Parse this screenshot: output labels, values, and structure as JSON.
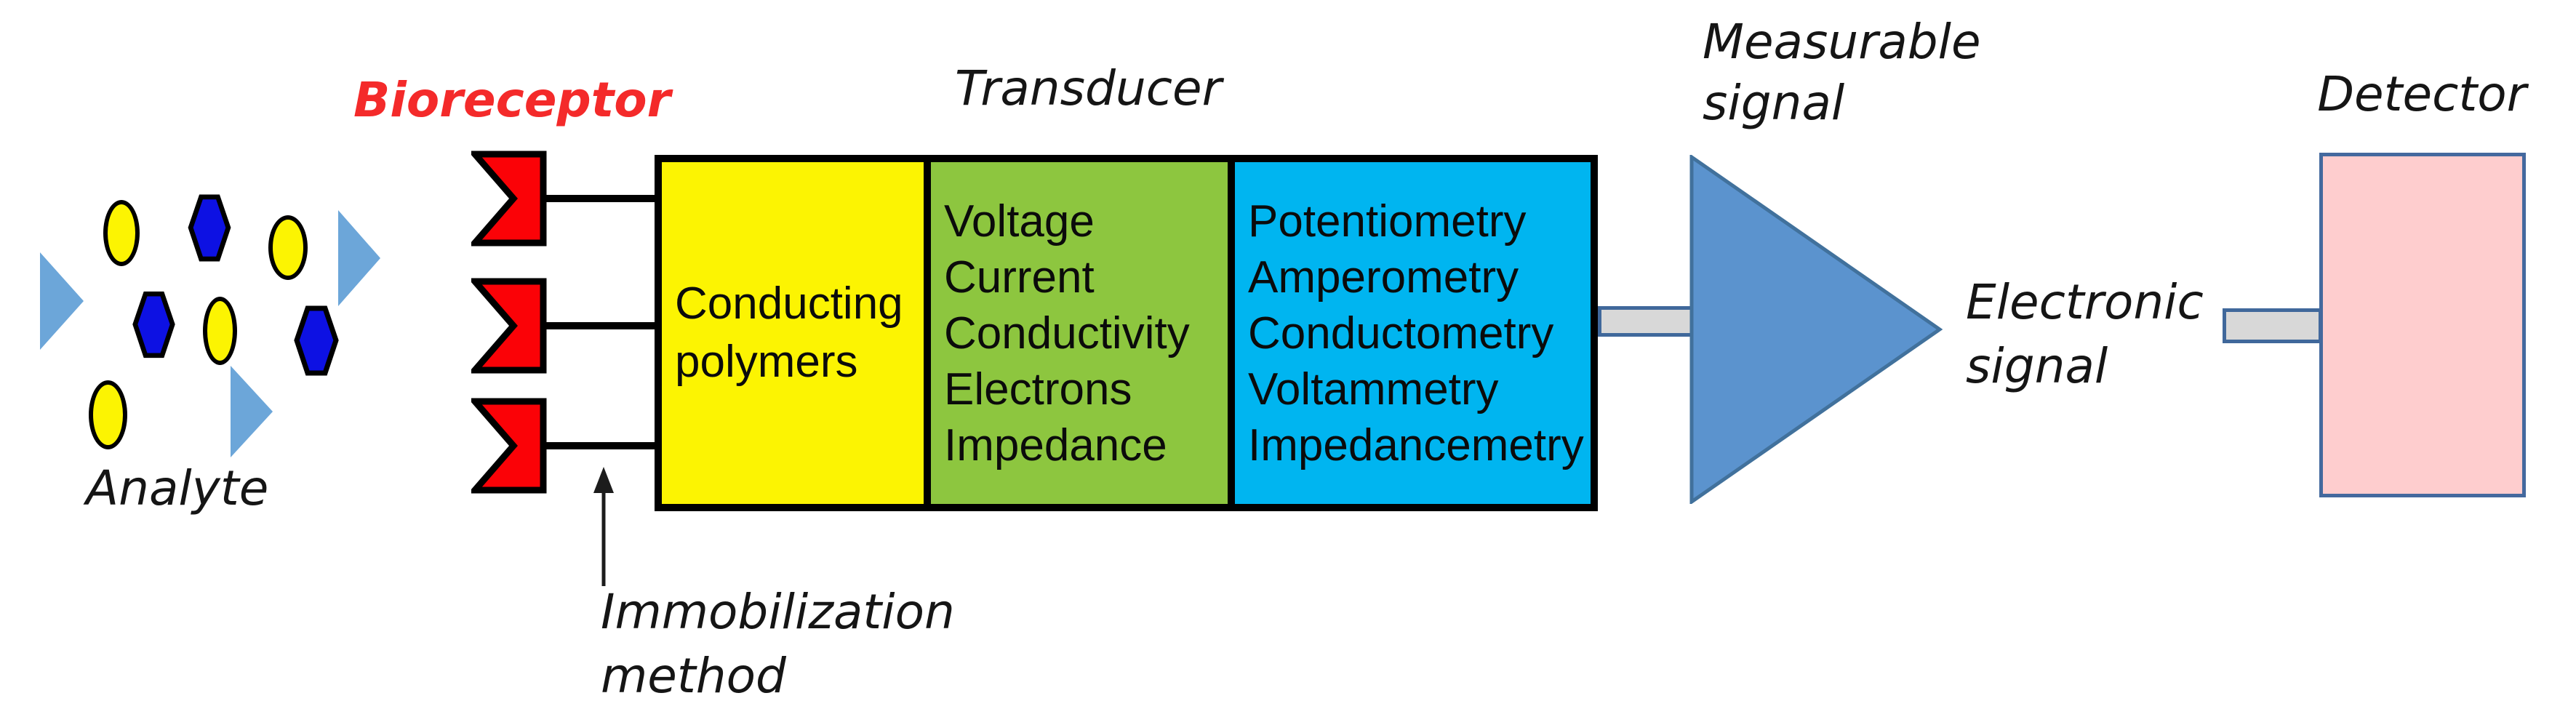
{
  "colors": {
    "label_text": "#151515",
    "bioreceptor_text": "#f42a2a",
    "outline_black": "#000000",
    "receptor_fill": "#fb0207",
    "analyte_yellow": "#fcf402",
    "analyte_hexagon_blue": "#0d11e3",
    "analyte_triangle_blue": "#6ca6d9",
    "yellow_box": "#fcf402",
    "green_box": "#8dc63f",
    "cyan_box": "#00b5f0",
    "big_triangle_fill": "#5b93ce",
    "big_triangle_border": "#41719c",
    "connector_fill": "#d8d8d8",
    "connector_border": "#40689b",
    "detector_fill": "#fecdce",
    "detector_border": "#44699e"
  },
  "analyte": {
    "label": "Analyte"
  },
  "bioreceptor": {
    "label": "Bioreceptor",
    "receptor_count": 3
  },
  "transducer": {
    "label": "Transducer",
    "conducting": {
      "lines": [
        "Conducting",
        "polymers"
      ]
    },
    "measures": {
      "lines": [
        "Voltage",
        "Current",
        "Conductivity",
        "Electrons",
        "Impedance"
      ]
    },
    "methods": {
      "lines": [
        "Potentiometry",
        "Amperometry",
        "Conductometry",
        "Voltammetry",
        "Impedancemetry"
      ]
    }
  },
  "immobilization": {
    "lines": [
      "Immobilization",
      "method"
    ]
  },
  "measurable_signal": {
    "lines": [
      "Measurable",
      "signal"
    ]
  },
  "electronic_signal": {
    "lines": [
      "Electronic",
      "signal"
    ]
  },
  "detector": {
    "label": "Detector"
  }
}
